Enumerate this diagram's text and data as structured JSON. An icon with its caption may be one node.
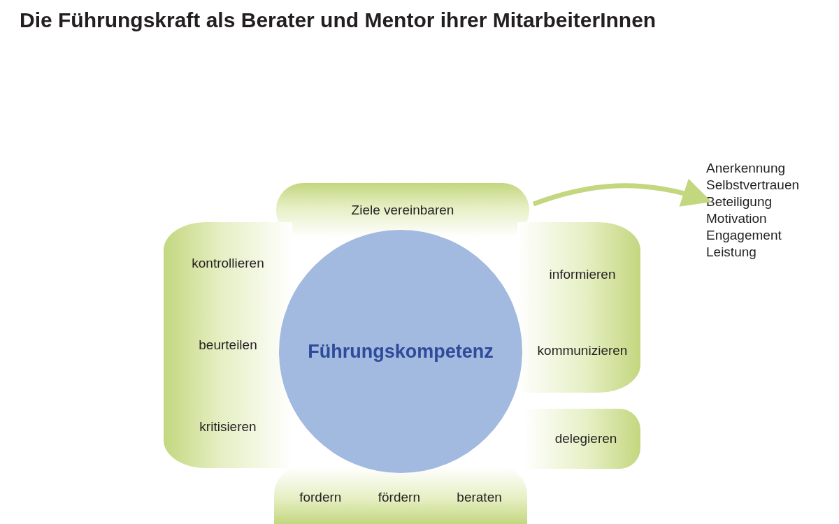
{
  "diagram": {
    "title": "Die Führungskraft als Berater und Mentor ihrer MitarbeiterInnen",
    "nodes": [
      {
        "text": [
          "Ziele vereinbaren"
        ]
      },
      {
        "text": [
          "kontrollieren",
          "beurteilen",
          "kritisieren"
        ]
      },
      {
        "text": [
          "Führungskompetenz"
        ]
      },
      {
        "text": [
          "informieren",
          "kommunizieren"
        ]
      },
      {
        "text": [
          "delegieren"
        ]
      },
      {
        "text": [
          "fordern",
          "fördern",
          "beraten"
        ]
      },
      {
        "text": [
          "Anerkennung",
          "Selbstvertrauen",
          "Beteiligung",
          "Motivation",
          "Engagement",
          "Leistung"
        ]
      }
    ],
    "edges": [
      {
        "from": 0,
        "to": 6,
        "arrow": "to"
      }
    ]
  }
}
